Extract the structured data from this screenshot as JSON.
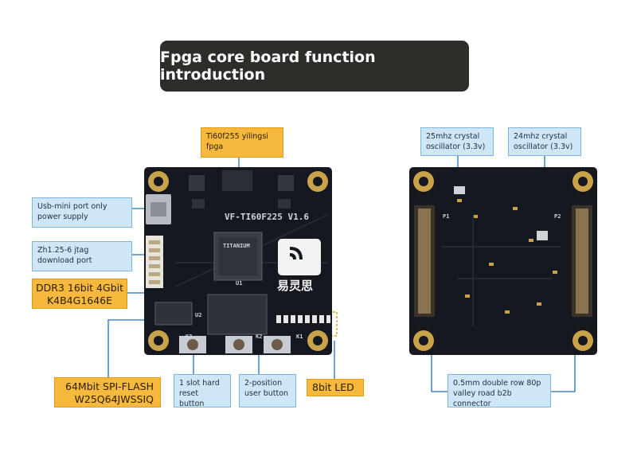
{
  "title": "Fpga core board function introduction",
  "board": {
    "model": "VF-TI60F225 V1.6",
    "chip_brand": "TITANIUM",
    "logo_text": "易灵思",
    "ref_u1": "U1",
    "ref_u2": "U2",
    "ref_k1": "K1",
    "ref_k2": "K2",
    "ref_k3": "K3",
    "ref_p1": "P1",
    "ref_p2": "P2"
  },
  "labels": {
    "fpga": "Ti60f255 yilingsi fpga",
    "usb": "Usb-mini port only power supply",
    "jtag": "Zh1.25-6 jtag download port",
    "ddr3_line1": "DDR3 16bit 4Gbit",
    "ddr3_line2": "K4B4G1646E",
    "flash_line1": "64Mbit SPI-FLASH",
    "flash_line2": "W25Q64JWSSIQ",
    "reset": "1 slot hard reset button",
    "user_btn": "2-position user button",
    "led": "8bit LED",
    "osc25": "25mhz crystal oscillator (3.3v)",
    "osc24": "24mhz crystal oscillator (3.3v)",
    "connector": "0.5mm double row 80p valley road b2b connector"
  },
  "colors": {
    "label_blue": "#cfe6f6",
    "label_yellow": "#f7b93d",
    "leader_line": "#1e73be",
    "pcb": "#15191f",
    "pad_gold": "#c9a24a"
  }
}
